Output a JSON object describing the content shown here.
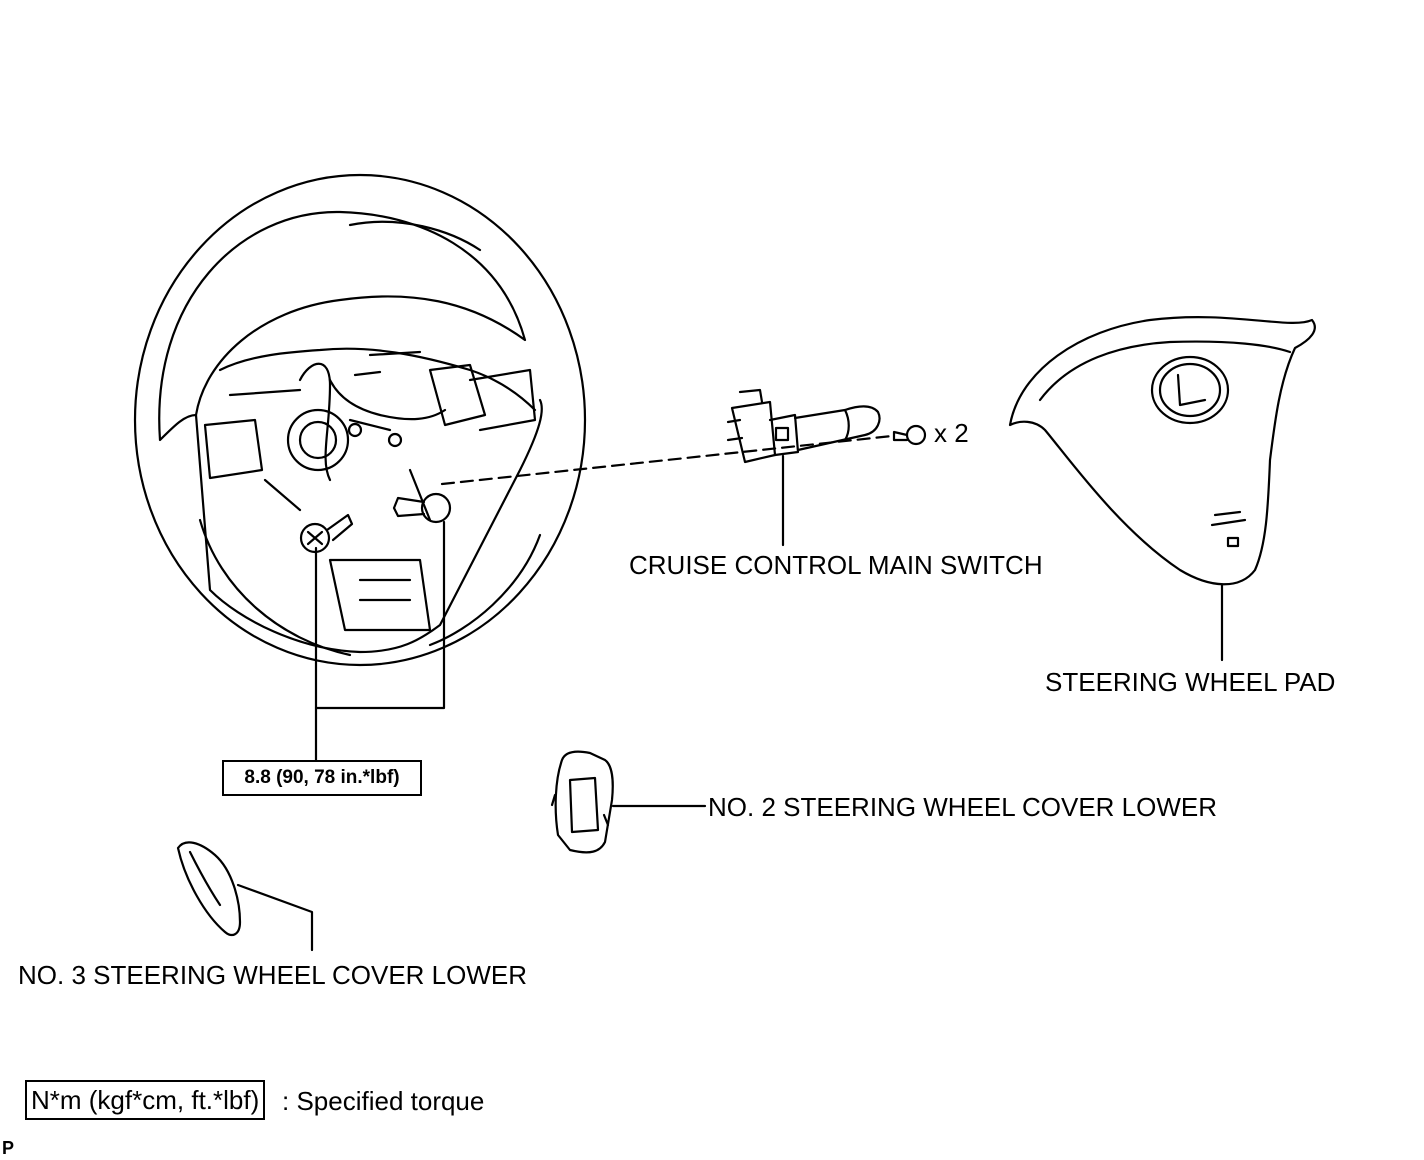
{
  "labels": {
    "cruise_switch": "CRUISE CONTROL MAIN SWITCH",
    "qty": "x 2",
    "wheel_pad": "STEERING WHEEL PAD",
    "cover_no2": "NO. 2 STEERING WHEEL COVER LOWER",
    "cover_no3": "NO. 3 STEERING WHEEL COVER LOWER",
    "torque_value": "8.8 (90, 78 in.*lbf)",
    "legend_units": "N*m (kgf*cm, ft.*lbf)",
    "legend_text": ": Specified torque",
    "corner_mark": "P"
  }
}
